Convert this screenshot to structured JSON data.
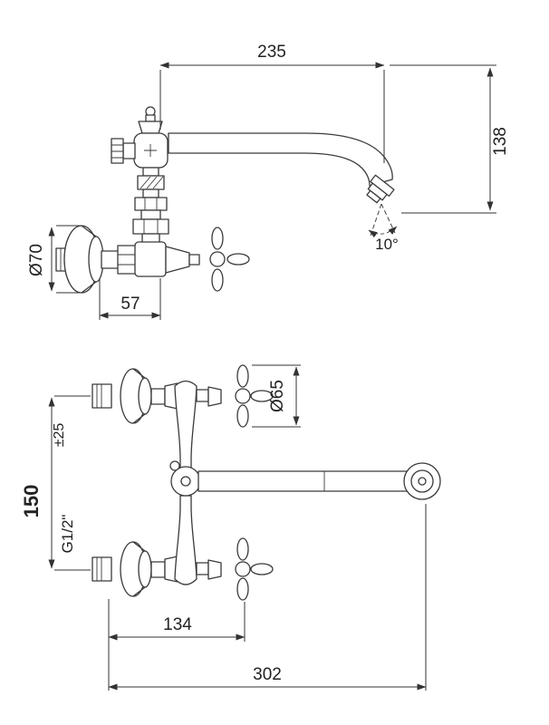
{
  "drawing": {
    "top_view": {
      "dim_reach": "235",
      "dim_height": "138",
      "dim_swivel_angle": "10°",
      "dim_flange_diameter": "Ø70",
      "dim_wall_offset": "57"
    },
    "front_view": {
      "dim_handle_diameter": "Ø65",
      "dim_tolerance": "±25",
      "dim_center_distance": "150",
      "dim_thread_size": "G1/2\"",
      "dim_inner_width": "134",
      "dim_overall_width": "302"
    }
  }
}
